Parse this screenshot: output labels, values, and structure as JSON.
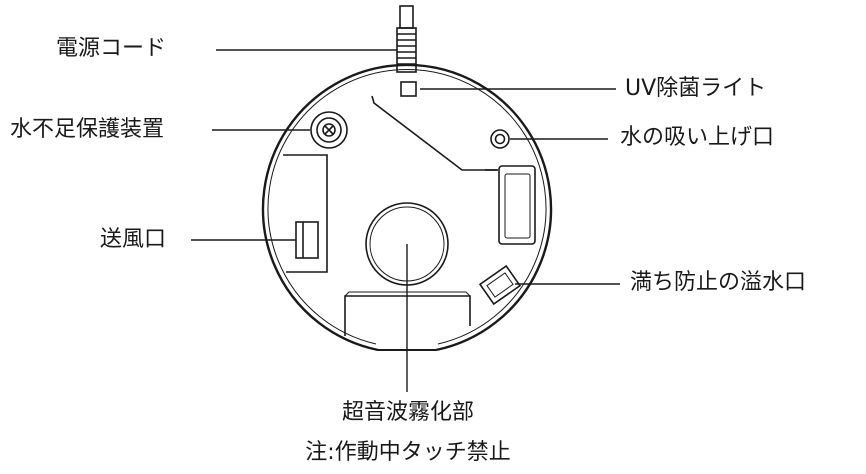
{
  "colors": {
    "line": "#1a1a1a",
    "background": "#ffffff"
  },
  "labels": {
    "power_cord": "電源コード",
    "uv_light": "UV除菌ライト",
    "water_shortage_protection": "水不足保護装置",
    "water_intake": "水の吸い上げ口",
    "air_outlet": "送風口",
    "overflow_outlet": "満ち防止の溢水口",
    "ultrasonic_atomizer": "超音波霧化部",
    "caution": "注:作動中タッチ禁止"
  }
}
